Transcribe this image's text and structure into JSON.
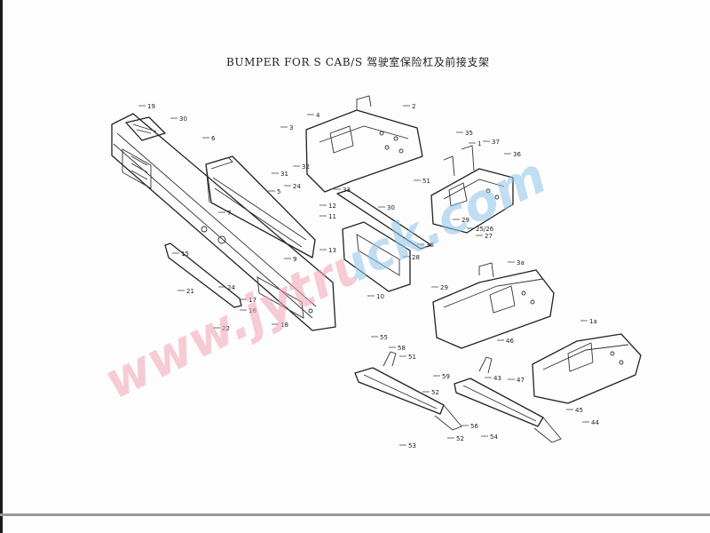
{
  "title": "BUMPER FOR S CAB/S 驾驶室保险杠及前接支架",
  "watermark": "www.jytruck.com",
  "colors": {
    "watermark_pink": "#f3a3b3",
    "watermark_blue": "#8fc4ea",
    "ink": "#222222"
  },
  "callouts": [
    {
      "id": "c-19",
      "label": "19"
    },
    {
      "id": "c-30a",
      "label": "30"
    },
    {
      "id": "c-3",
      "label": "3"
    },
    {
      "id": "c-4",
      "label": "4"
    },
    {
      "id": "c-2",
      "label": "2"
    },
    {
      "id": "c-6",
      "label": "6"
    },
    {
      "id": "c-31",
      "label": "31"
    },
    {
      "id": "c-32",
      "label": "32"
    },
    {
      "id": "c-24a",
      "label": "24"
    },
    {
      "id": "c-33",
      "label": "33"
    },
    {
      "id": "c-5",
      "label": "5"
    },
    {
      "id": "c-12",
      "label": "12"
    },
    {
      "id": "c-11",
      "label": "11"
    },
    {
      "id": "c-30b",
      "label": "30"
    },
    {
      "id": "c-7",
      "label": "7"
    },
    {
      "id": "c-13",
      "label": "13"
    },
    {
      "id": "c-9",
      "label": "9"
    },
    {
      "id": "c-15",
      "label": "15"
    },
    {
      "id": "c-21",
      "label": "21"
    },
    {
      "id": "c-24b",
      "label": "24"
    },
    {
      "id": "c-17",
      "label": "17"
    },
    {
      "id": "c-16",
      "label": "16"
    },
    {
      "id": "c-22",
      "label": "22"
    },
    {
      "id": "c-18",
      "label": "18"
    },
    {
      "id": "c-10",
      "label": "10"
    },
    {
      "id": "c-35",
      "label": "35"
    },
    {
      "id": "c-1",
      "label": "1"
    },
    {
      "id": "c-37",
      "label": "37"
    },
    {
      "id": "c-36",
      "label": "36"
    },
    {
      "id": "c-51a",
      "label": "51"
    },
    {
      "id": "c-29a",
      "label": "29"
    },
    {
      "id": "c-2526",
      "label": "25/26"
    },
    {
      "id": "c-27",
      "label": "27"
    },
    {
      "id": "c-38",
      "label": "38"
    },
    {
      "id": "c-28",
      "label": "28"
    },
    {
      "id": "c-29b",
      "label": "29"
    },
    {
      "id": "c-3b",
      "label": "3a"
    },
    {
      "id": "c-46",
      "label": "46"
    },
    {
      "id": "c-1a",
      "label": "1a"
    },
    {
      "id": "c-55",
      "label": "55"
    },
    {
      "id": "c-58",
      "label": "58"
    },
    {
      "id": "c-51b",
      "label": "51"
    },
    {
      "id": "c-59",
      "label": "59"
    },
    {
      "id": "c-52a",
      "label": "52"
    },
    {
      "id": "c-53",
      "label": "53"
    },
    {
      "id": "c-52b",
      "label": "52"
    },
    {
      "id": "c-56",
      "label": "56"
    },
    {
      "id": "c-54",
      "label": "54"
    },
    {
      "id": "c-43",
      "label": "43"
    },
    {
      "id": "c-47",
      "label": "47"
    },
    {
      "id": "c-45",
      "label": "45"
    },
    {
      "id": "c-44",
      "label": "44"
    }
  ]
}
